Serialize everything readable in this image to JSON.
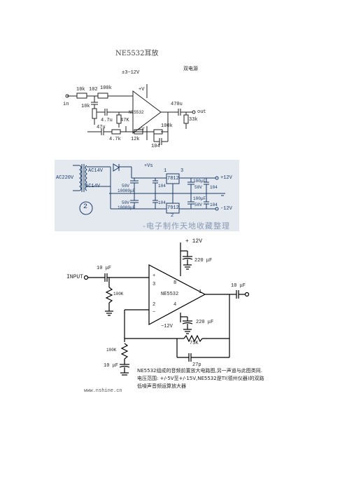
{
  "section1": {
    "title": "NE5532耳放",
    "supply": "±3~12V",
    "dual_supply": "双电源",
    "labels": {
      "in": "in",
      "r_10k_a": "10k",
      "c_102": "102",
      "r_100k_a": "100k",
      "vplus": "+V",
      "r_10k_b": "10k",
      "c_4u7_a": "4.7u",
      "r_47k": "47K",
      "chip": "NE5532",
      "c_470u": "470u",
      "out": "out",
      "r_33k": "33k",
      "r_100k_b": "100k",
      "vminus": "-V",
      "c_47u": "47u",
      "c_4u7_b": "4.7k",
      "r_12k": "12k",
      "c_104": "104"
    }
  },
  "section2": {
    "labels": {
      "ac220": "AC220V",
      "ac14_a": "AC14V",
      "ac14_b": "AC14V",
      "vs": "+Vs",
      "num1": "1",
      "num2": "2",
      "num3": "3",
      "reg_top": "7812",
      "reg_bot": "7912",
      "c50v_a": "50V",
      "c10000_a": "10000μF",
      "c104_a": "104",
      "c104_b": "104",
      "c50v_b": "50V",
      "c10000_b": "10000μF",
      "c100_a": "100μF",
      "c50v_c": "50V",
      "c104_c": "104",
      "c100_b": "100μF",
      "c50v_d": "50V",
      "c104_d": "104",
      "plus12": "+12V",
      "minus12": "-12V",
      "circle_num": "2",
      "watermark": "-电子制作天地收藏整理"
    }
  },
  "section3": {
    "labels": {
      "plus12": "+ 12V",
      "c220_top": "220 μF",
      "input": "INPUT",
      "c10_in": "10 μF",
      "pin3": "3",
      "pin8": "8",
      "plus": "+",
      "r100k": "100K",
      "chip": "NE5532",
      "pin2": "2",
      "pin4": "4",
      "minus": "−",
      "pin1": "1",
      "c10_out": "10 μF",
      "minus12": "−12V",
      "c220_bot": "220 μF",
      "r100k_b": "100K",
      "r75k": "75K",
      "c10_fb": "10 μF",
      "c27p": "27p"
    },
    "caption": "NE5532组成的音频前置放大电路图,另一声道与此图类同.电压范围: +/-5V至+/-15V,NE5532是TI(德州仪器)的双路低噪声音频运算放大器",
    "website": "www.nshine.cn"
  }
}
